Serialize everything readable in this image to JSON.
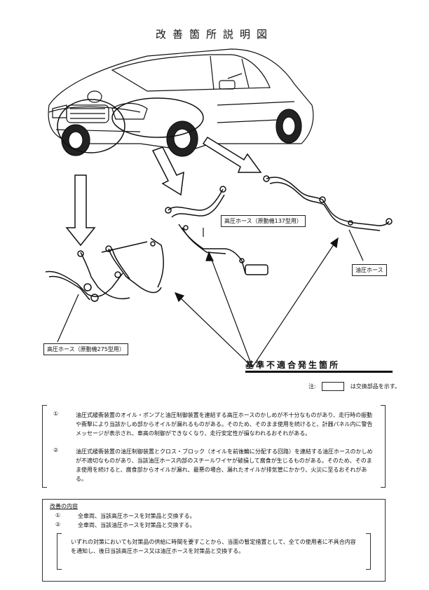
{
  "title": "改善箇所説明図",
  "labels": {
    "hose_137": "高圧ホース（原動機137型用）",
    "oil_hose": "油圧ホース",
    "hose_275": "高圧ホース（原動機275型用）"
  },
  "defect_heading": "基準不適合発生箇所",
  "note": {
    "prefix": "注:",
    "suffix": "は交換部品を示す。"
  },
  "defects": [
    {
      "num": "①",
      "text": "油圧式緩衝装置のオイル・ポンプと油圧制御装置を連結する高圧ホースのかしめが不十分なものがあり、走行時の振動や衝撃により当該かしめ部からオイルが漏れるものがある。そのため、そのまま使用を続けると、計器パネル内に警告メッセージが表示され、車高の制御ができなくなり、走行安定性が損なわれるおそれがある。"
    },
    {
      "num": "②",
      "text": "油圧式緩衝装置の油圧制御装置とクロス・ブロック（オイルを前後輪に分配する回路）を連結する油圧ホースのかしめが不適切なものがあり、当該油圧ホース内部のスチールワイヤが破損して腐食が生じるものがある。そのため、そのまま使用を続けると、腐食部からオイルが漏れ、最悪の場合、漏れたオイルが排気管にかかり、火災に至るおそれがある。"
    }
  ],
  "remedy": {
    "title": "改善の内容",
    "items": [
      {
        "num": "①",
        "text": "全車両、当該高圧ホースを対策品と交換する。"
      },
      {
        "num": "②",
        "text": "全車両、当該油圧ホースを対策品と交換する。"
      }
    ],
    "interim": "いずれの対策においても対策品の供給に時間を要すことから、当面の暫定措置として、全ての使用者に不具合内容を通知し、後日当該高圧ホース又は油圧ホースを対策品と交換する。"
  }
}
